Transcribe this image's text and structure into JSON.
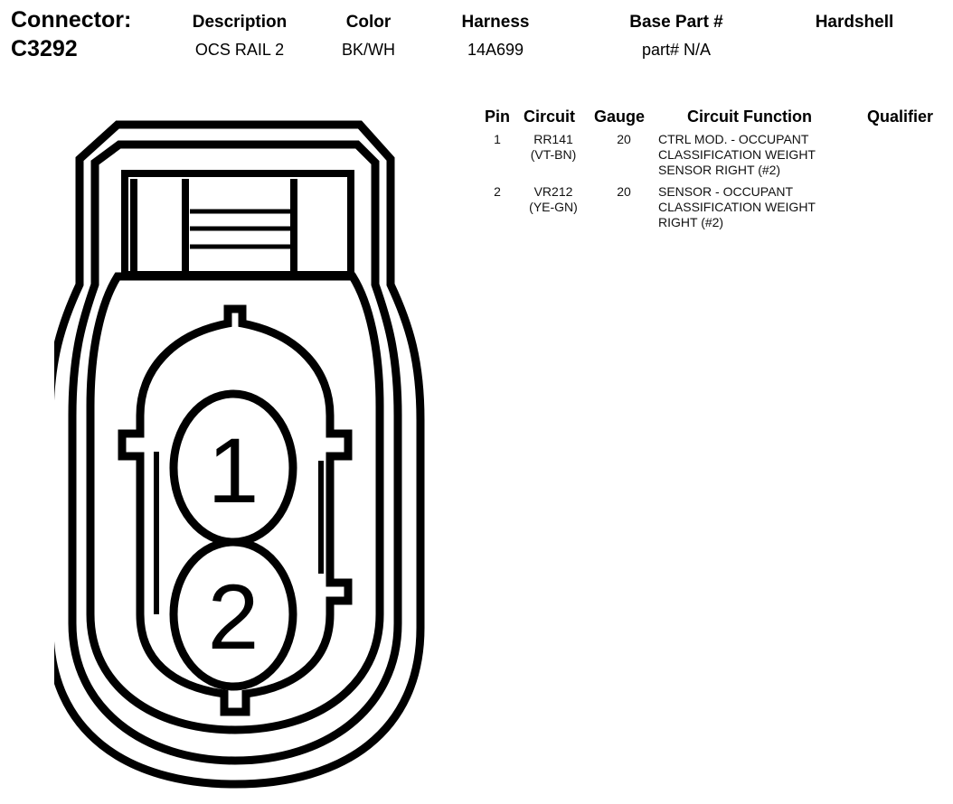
{
  "header": {
    "connector_label": "Connector:",
    "connector_id": "C3292",
    "columns": {
      "description": {
        "label": "Description",
        "value": "OCS RAIL 2"
      },
      "color": {
        "label": "Color",
        "value": "BK/WH"
      },
      "harness": {
        "label": "Harness",
        "value": "14A699"
      },
      "base_part": {
        "label": "Base Part #",
        "value": "part# N/A"
      },
      "hardshell": {
        "label": "Hardshell",
        "value": ""
      }
    }
  },
  "pin_table": {
    "headers": {
      "pin": "Pin",
      "circuit": "Circuit",
      "gauge": "Gauge",
      "function": "Circuit Function",
      "qualifier": "Qualifier"
    },
    "rows": [
      {
        "pin": "1",
        "circuit": "RR141",
        "circuit_color": "(VT-BN)",
        "gauge": "20",
        "function": [
          "CTRL MOD. - OCCUPANT",
          "CLASSIFICATION WEIGHT",
          "SENSOR RIGHT (#2)"
        ]
      },
      {
        "pin": "2",
        "circuit": "VR212",
        "circuit_color": "(YE-GN)",
        "gauge": "20",
        "function": [
          "SENSOR - OCCUPANT",
          "CLASSIFICATION WEIGHT",
          "RIGHT (#2)"
        ]
      }
    ]
  },
  "diagram": {
    "pin_labels": [
      "1",
      "2"
    ]
  }
}
